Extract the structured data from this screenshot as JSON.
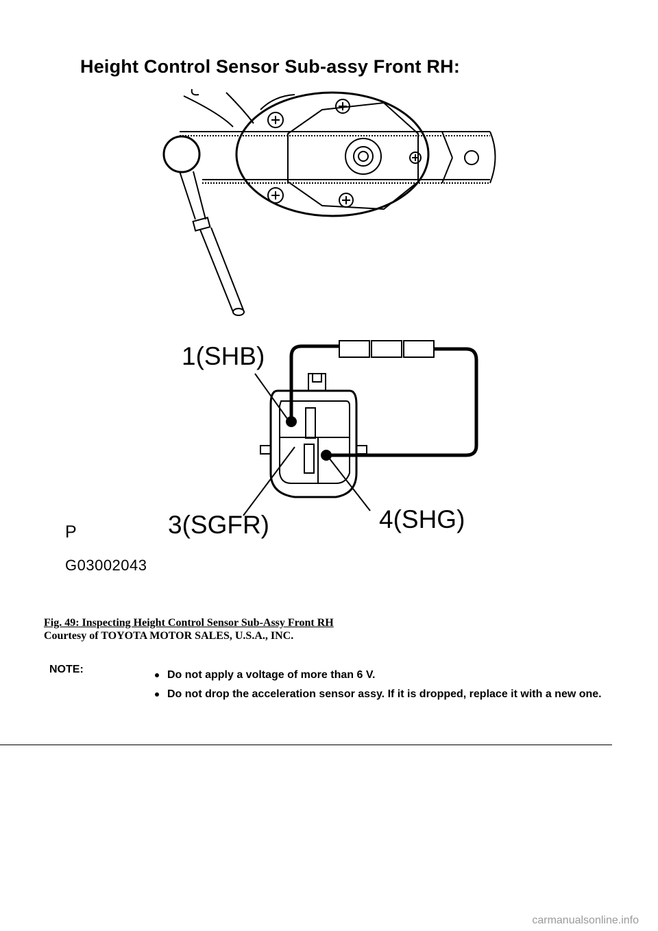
{
  "figure": {
    "title": "Height Control Sensor Sub-assy Front RH:",
    "terminals": {
      "t1": "1(SHB)",
      "t3": "3(SGFR)",
      "t4": "4(SHG)"
    },
    "view_letter": "P",
    "figure_code": "G03002043"
  },
  "caption": {
    "figure_link": "Fig. 49: Inspecting Height Control Sensor Sub-Assy Front RH",
    "courtesy": "Courtesy of TOYOTA MOTOR SALES, U.S.A., INC."
  },
  "note": {
    "label": "NOTE:",
    "items": [
      "Do not apply a voltage of more than 6 V.",
      "Do not drop the acceleration sensor assy. If it is dropped, replace it with a new one."
    ]
  },
  "watermark": "carmanualsonline.info"
}
